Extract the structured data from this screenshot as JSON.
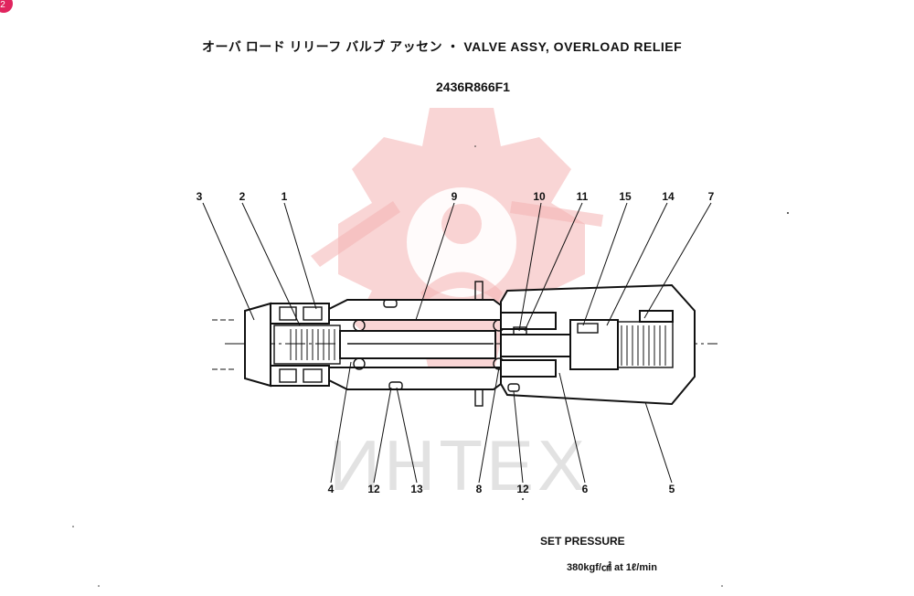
{
  "title": "オーバ ロード リリーフ バルブ アッセン ・ VALVE ASSY, OVERLOAD RELIEF",
  "part_number": "2436R866F1",
  "page_badge": "2",
  "watermark": {
    "logo_icon": "gear-with-person-icon",
    "brand": "ИНТЕХ",
    "color": "#f4b3b3"
  },
  "callouts_top": [
    "3",
    "2",
    "1",
    "9",
    "10",
    "11",
    "15",
    "14",
    "7"
  ],
  "callouts_bottom": [
    "4",
    "12",
    "13",
    "8",
    "12",
    "6",
    "5"
  ],
  "set_pressure": {
    "label": "SET PRESSURE",
    "value": "380kgf/㎠ at 1ℓ/min"
  }
}
